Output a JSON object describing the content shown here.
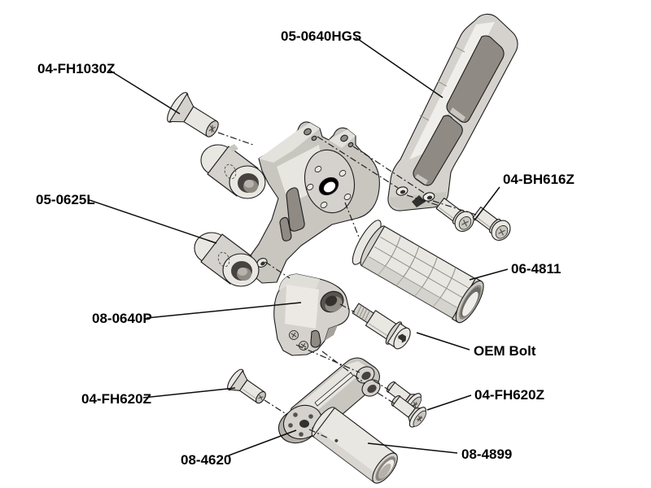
{
  "diagram": {
    "kind": "exploded-assembly-diagram",
    "background_color": "#ffffff",
    "outline_color": "#1c1c1c",
    "part_colors": {
      "light": "#e9e7e2",
      "mid": "#d5d2cd",
      "shade": "#a5a29c",
      "dark": "#8f8a83",
      "hole": "#45423f"
    },
    "labels": [
      {
        "text": "05-0640HGS",
        "part": "hanger-bracket"
      },
      {
        "text": "04-FH1030Z",
        "part": "flat-head-bolt-top"
      },
      {
        "text": "04-BH616Z",
        "part": "button-head-bolts"
      },
      {
        "text": "05-0625L",
        "part": "main-bracket"
      },
      {
        "text": "06-4811",
        "part": "footpeg-grip"
      },
      {
        "text": "08-0640P",
        "part": "pivot-block"
      },
      {
        "text": "OEM Bolt",
        "part": "oem-shoulder-bolt"
      },
      {
        "text": "04-FH620Z",
        "part": "flat-head-bolt-left"
      },
      {
        "text": "04-FH620Z",
        "part": "flat-head-bolts-right"
      },
      {
        "text": "08-4620",
        "part": "link-arm"
      },
      {
        "text": "08-4899",
        "part": "spacer-tube"
      }
    ]
  }
}
